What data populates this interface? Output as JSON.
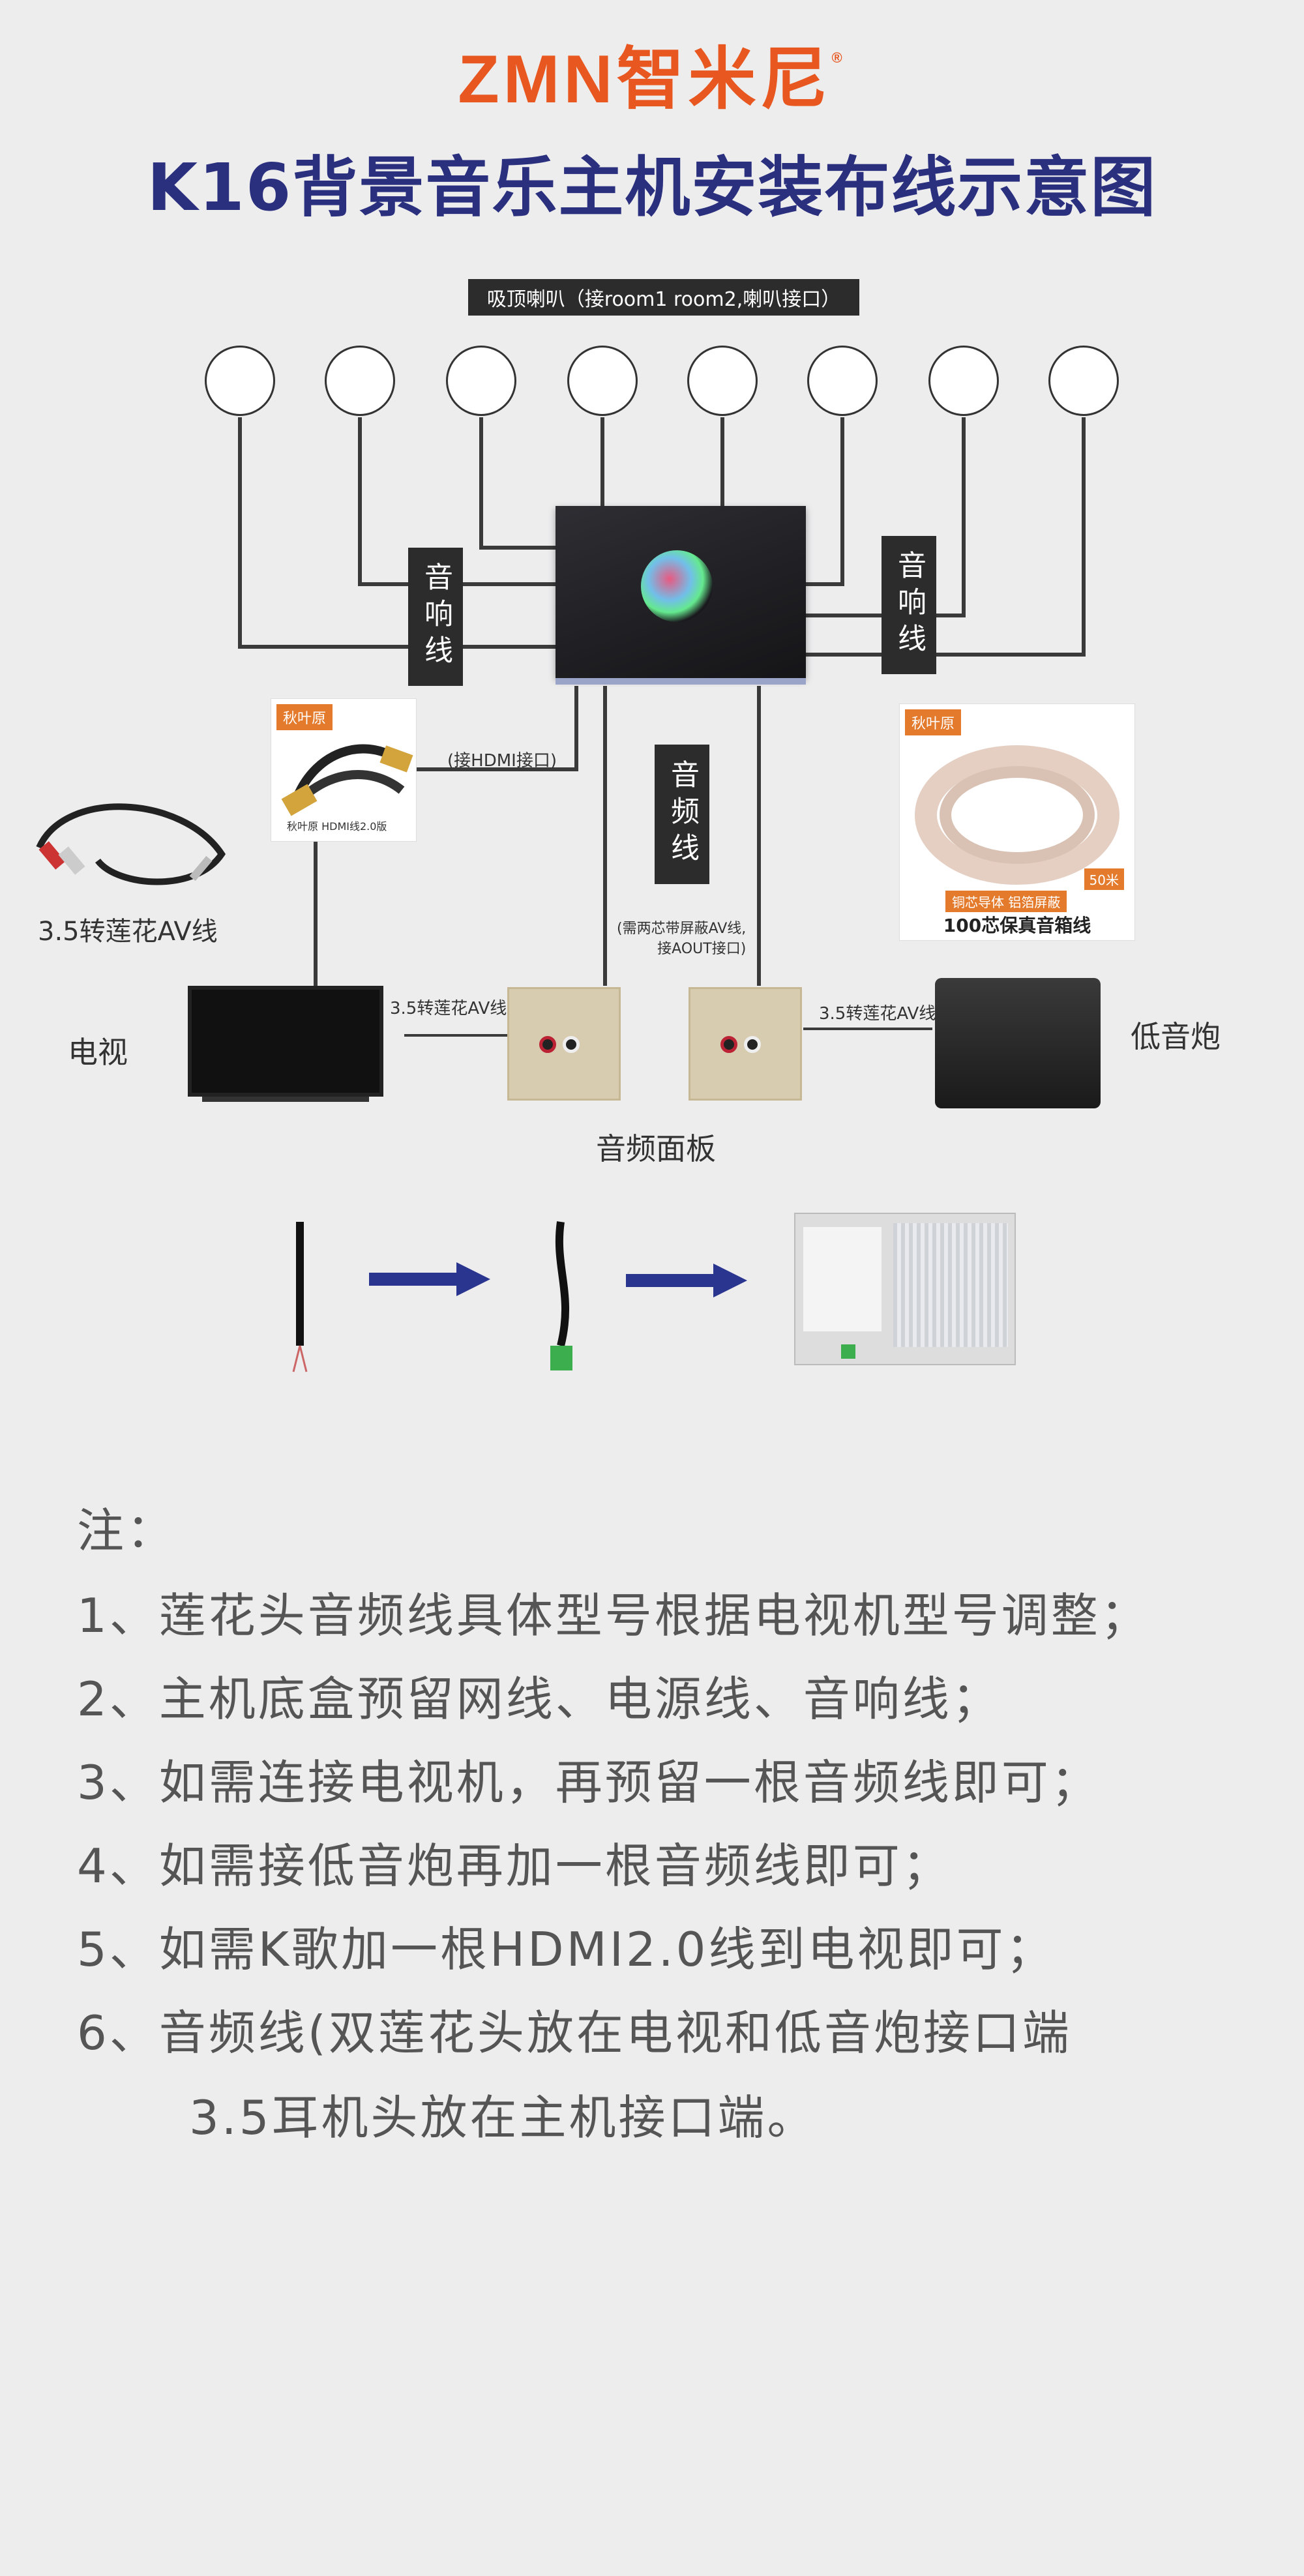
{
  "header": {
    "brand": "ZMN智米尼",
    "registered_mark": "®",
    "title": "K16背景音乐主机安装布线示意图"
  },
  "diagram": {
    "ceiling_speakers_caption": "吸顶喇叭（接room1 room2,喇叭接口）",
    "speaker_wire_label_left": "音响线",
    "speaker_wire_label_right": "音响线",
    "audio_line_label": "音频线",
    "hdmi_note": "(接HDMI接口)",
    "av_cable_note": "(需两芯带屏蔽AV线,\n接AOUT接口)",
    "av_cable_caption": "3.5转莲花AV线",
    "tv_label": "电视",
    "tv_av_note": "3.5转莲花AV线",
    "sub_av_note": "3.5转莲花AV线",
    "subwoofer_label": "低音炮",
    "audio_panel_label": "音频面板",
    "hdmi_product": {
      "brand": "秋叶原",
      "caption": "秋叶原 HDMI线2.0版"
    },
    "speaker_cable_product": {
      "brand": "秋叶原",
      "length": "50米",
      "feature": "铜芯导体 铝箔屏蔽",
      "caption": "100芯保真音箱线"
    }
  },
  "notes": {
    "heading": "注：",
    "items": [
      "1、莲花头音频线具体型号根据电视机型号调整；",
      "2、主机底盒预留网线、电源线、音响线；",
      "3、如需连接电视机，再预留一根音频线即可；",
      "4、如需接低音炮再加一根音频线即可；",
      "5、如需K歌加一根HDMI2.0线到电视即可；",
      "6、音频线(双莲花头放在电视和低音炮接口端",
      "3.5耳机头放在主机接口端。"
    ]
  },
  "colors": {
    "brand_orange": "#e8571f",
    "title_navy": "#2a2f7e",
    "arrow_navy": "#2a3590",
    "label_dark": "#2c2c2c"
  }
}
